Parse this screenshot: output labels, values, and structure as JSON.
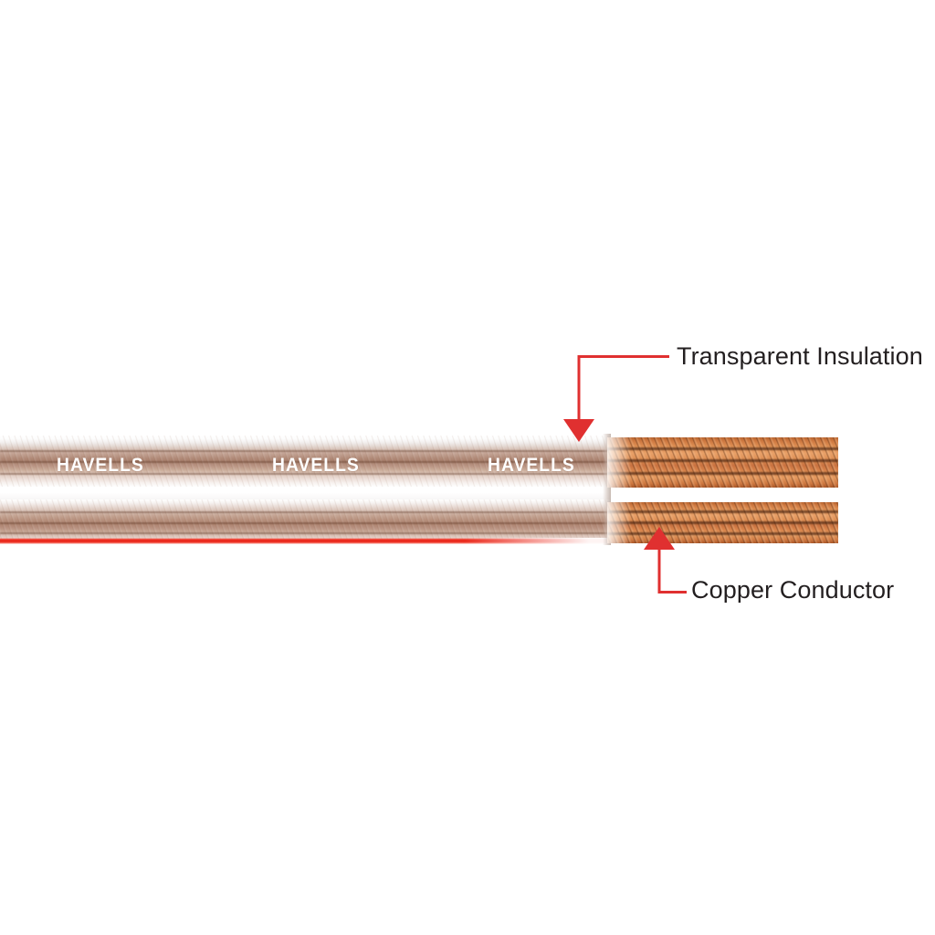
{
  "image": {
    "subject": "Havells transparent-insulation twin copper speaker cable",
    "background_color": "#ffffff"
  },
  "product": {
    "brand_text": "HAVELLS",
    "brand_print_repeats": 3,
    "insulation_color_note": "transparent / translucent",
    "identification_stripe_color": "#e81f12",
    "copper_color": "#d9854c",
    "conductor_count": 2
  },
  "callouts": [
    {
      "id": "transparent-insulation",
      "label": "Transparent Insulation",
      "color": "#e03030",
      "arrow_direction": "down",
      "points_to": "insulation-sheath"
    },
    {
      "id": "copper-conductor",
      "label": "Copper Conductor",
      "color": "#e03030",
      "arrow_direction": "up",
      "points_to": "bare-copper-strands"
    }
  ],
  "colors": {
    "callout_red": "#e03030",
    "label_text": "#231f20",
    "stripe_red": "#e81f12",
    "copper_mid": "#d9854c",
    "copper_shadow": "#a85526",
    "sheath_tan": "#b08a78"
  }
}
